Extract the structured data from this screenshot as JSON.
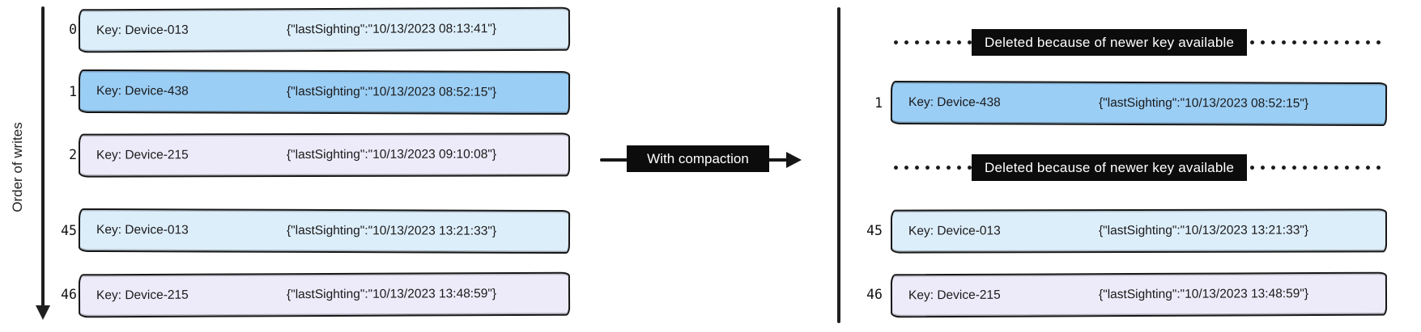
{
  "colors": {
    "stroke": "#1a1a1a",
    "light_blue": "#ddeefb",
    "highlight_blue": "#9bcef5",
    "lavender": "#edebf9",
    "badge_bg": "#0c0c0c",
    "badge_text": "#ffffff"
  },
  "left_panel": {
    "axis_label": "Order of writes",
    "rows": [
      {
        "index": "0",
        "key": "Key: Device-013",
        "value": "{\"lastSighting\":\"10/13/2023 08:13:41\"}",
        "fill": "#ddeefb"
      },
      {
        "index": "1",
        "key": "Key: Device-438",
        "value": "{\"lastSighting\":\"10/13/2023 08:52:15\"}",
        "fill": "#9bcef5"
      },
      {
        "index": "2",
        "key": "Key: Device-215",
        "value": "{\"lastSighting\":\"10/13/2023 09:10:08\"}",
        "fill": "#edebf9"
      },
      {
        "index": "45",
        "key": "Key: Device-013",
        "value": "{\"lastSighting\":\"10/13/2023 13:21:33\"}",
        "fill": "#ddeefb"
      },
      {
        "index": "46",
        "key": "Key: Device-215",
        "value": "{\"lastSighting\":\"10/13/2023 13:48:59\"}",
        "fill": "#edebf9"
      }
    ]
  },
  "transform_arrow": {
    "label": "With compaction"
  },
  "right_panel": {
    "deleted_notices": [
      {
        "label": "Deleted because of newer key available"
      },
      {
        "label": "Deleted because of newer key available"
      }
    ],
    "rows": [
      {
        "index": "1",
        "key": "Key: Device-438",
        "value": "{\"lastSighting\":\"10/13/2023 08:52:15\"}",
        "fill": "#9bcef5"
      },
      {
        "index": "45",
        "key": "Key: Device-013",
        "value": "{\"lastSighting\":\"10/13/2023 13:21:33\"}",
        "fill": "#ddeefb"
      },
      {
        "index": "46",
        "key": "Key: Device-215",
        "value": "{\"lastSighting\":\"10/13/2023 13:48:59\"}",
        "fill": "#edebf9"
      }
    ]
  }
}
